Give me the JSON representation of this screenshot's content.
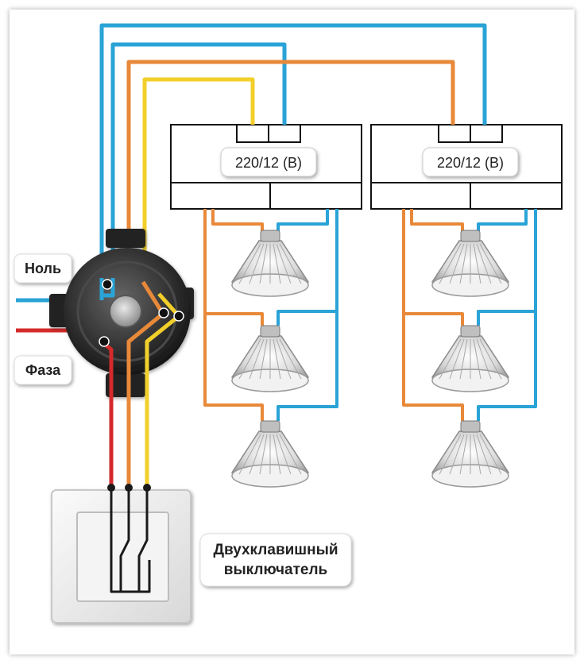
{
  "labels": {
    "neutral": "Ноль",
    "phase": "Фаза",
    "switch_line1": "Двухклавишный",
    "switch_line2": "выключатель"
  },
  "transformers": [
    {
      "rating": "220/12 (В)"
    },
    {
      "rating": "220/12 (В)"
    }
  ],
  "colors": {
    "neutral_wire": "#2aa3d6",
    "phase_wire": "#d42a2a",
    "wire_orange": "#e8893a",
    "wire_yellow": "#f2cf2a",
    "switch_wire": "#1a1a1a"
  }
}
